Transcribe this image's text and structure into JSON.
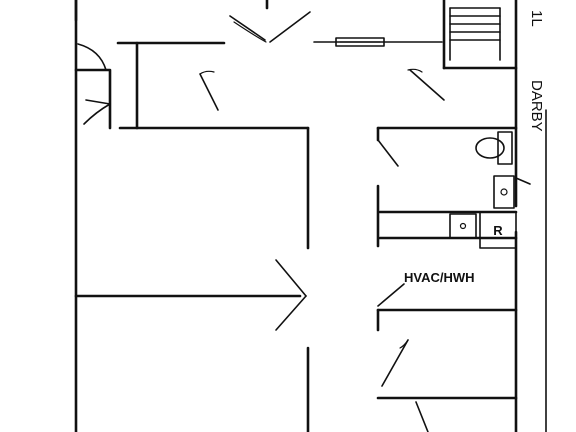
{
  "floor_plan": {
    "labels": {
      "title": "DARBY",
      "level": "1L",
      "mechanical": "HVAC/HWH",
      "appliance": "R"
    },
    "colors": {
      "ink": "#111111",
      "paper": "#ffffff"
    }
  }
}
